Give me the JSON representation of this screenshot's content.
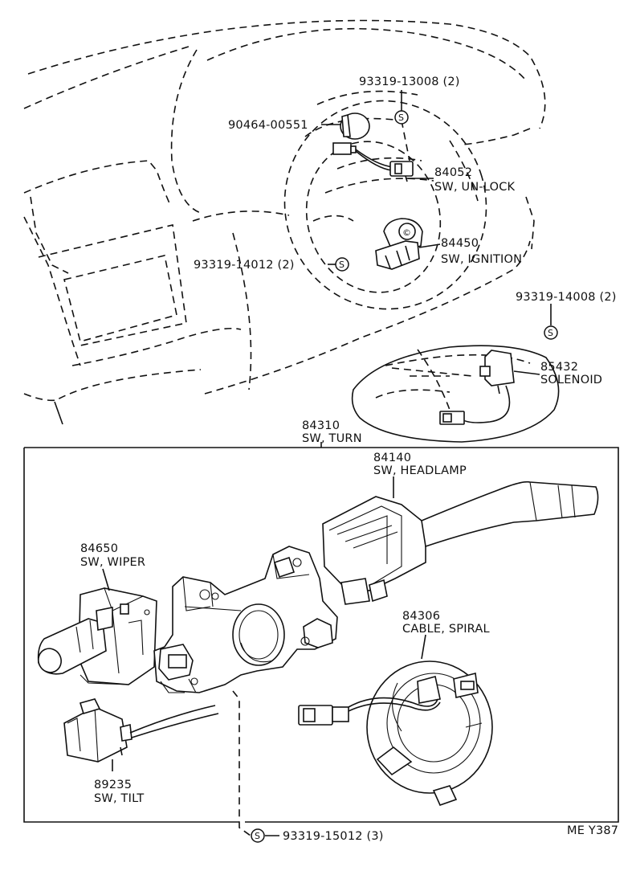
{
  "diagram": {
    "callouts": [
      {
        "id": "c1",
        "lines": [
          "93319-13008 (2)"
        ]
      },
      {
        "id": "c2",
        "lines": [
          "90464-00551"
        ]
      },
      {
        "id": "c3",
        "lines": [
          "84052",
          "SW, UN-LOCK"
        ]
      },
      {
        "id": "c4",
        "lines": [
          "84450",
          "SW, IGNITION"
        ]
      },
      {
        "id": "c5",
        "lines": [
          "93319-14012 (2)"
        ]
      },
      {
        "id": "c6",
        "lines": [
          "93319-14008 (2)"
        ]
      },
      {
        "id": "c7",
        "lines": [
          "85432",
          "SOLENOID"
        ]
      },
      {
        "id": "c8",
        "lines": [
          "84310",
          "SW, TURN"
        ]
      },
      {
        "id": "c9",
        "lines": [
          "84140",
          "SW, HEADLAMP"
        ]
      },
      {
        "id": "c10",
        "lines": [
          "84650",
          "SW, WIPER"
        ]
      },
      {
        "id": "c11",
        "lines": [
          "84306",
          "CABLE, SPIRAL"
        ]
      },
      {
        "id": "c12",
        "lines": [
          "89235",
          "SW, TILT"
        ]
      },
      {
        "id": "c13",
        "lines": [
          "93319-15012 (3)"
        ]
      }
    ],
    "screw_symbol": "S",
    "figure_code": "ME Y387"
  }
}
